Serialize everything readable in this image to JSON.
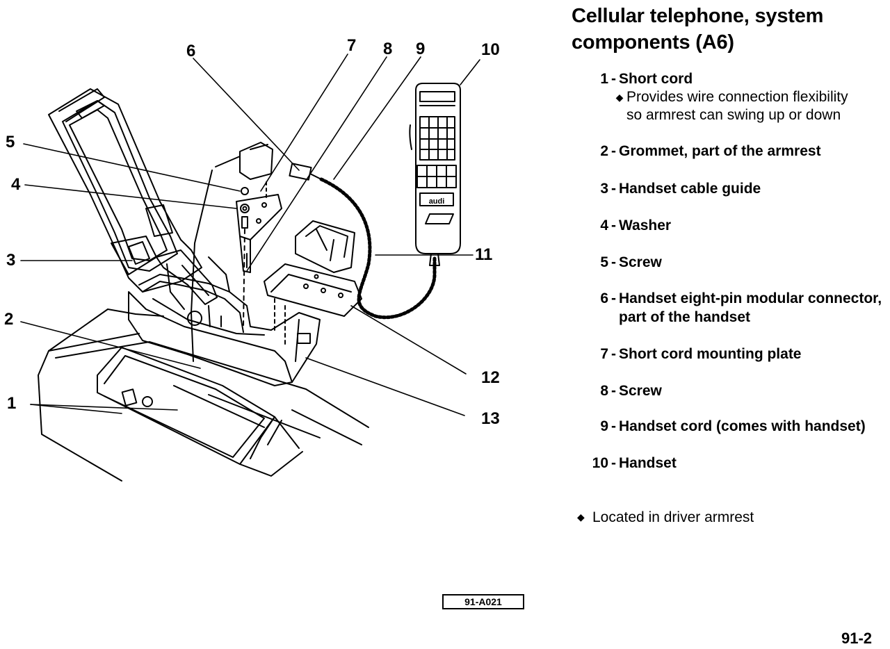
{
  "title_line1": "Cellular telephone, system",
  "title_line2": "components (A6)",
  "items": [
    {
      "num": "1",
      "label": "Short cord",
      "bullets": [
        "Provides wire connection flexibility",
        "so armrest can swing up or down"
      ]
    },
    {
      "num": "2",
      "label": "Grommet, part of the armrest"
    },
    {
      "num": "3",
      "label": "Handset cable guide"
    },
    {
      "num": "4",
      "label": "Washer"
    },
    {
      "num": "5",
      "label": "Screw"
    },
    {
      "num": "6",
      "label": "Handset eight-pin modular connector, part of the handset"
    },
    {
      "num": "7",
      "label": "Short cord mounting plate"
    },
    {
      "num": "8",
      "label": "Screw"
    },
    {
      "num": "9",
      "label": "Handset cord (comes with handset)"
    },
    {
      "num": "10",
      "label": "Handset"
    }
  ],
  "note": "Located in driver armrest",
  "callouts": [
    "1",
    "2",
    "3",
    "4",
    "5",
    "6",
    "7",
    "8",
    "9",
    "10",
    "11",
    "12",
    "13"
  ],
  "handset_logo": "audi",
  "figure_code": "91-A021",
  "page_number": "91-2"
}
